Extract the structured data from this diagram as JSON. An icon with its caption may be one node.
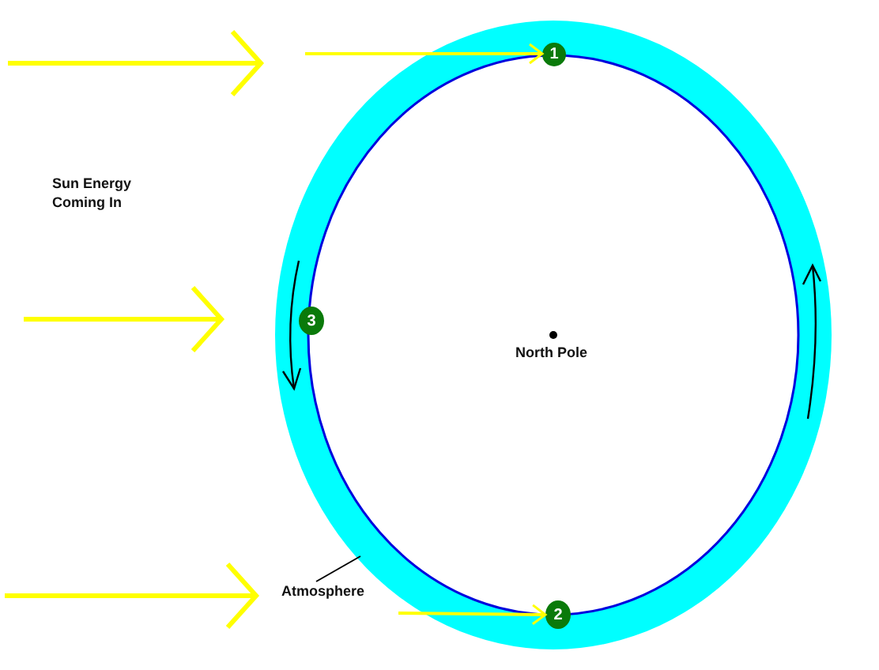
{
  "diagram": {
    "nodes": [
      {
        "text": [
          "1"
        ]
      },
      {
        "text": [
          "3"
        ]
      },
      {
        "text": [
          "2"
        ]
      },
      {
        "text": [
          "Atmosphere"
        ]
      }
    ],
    "edges": [
      {
        "from": null,
        "to": 0,
        "arrow": "to",
        "color": "#ffff00"
      },
      {
        "from": null,
        "to": 2,
        "arrow": "to",
        "color": "#ffff00"
      },
      {
        "from": 3,
        "to": null,
        "arrow": "none",
        "color": "#000000"
      }
    ],
    "labels": [
      "Sun Energy Coming In",
      "North Pole"
    ]
  }
}
